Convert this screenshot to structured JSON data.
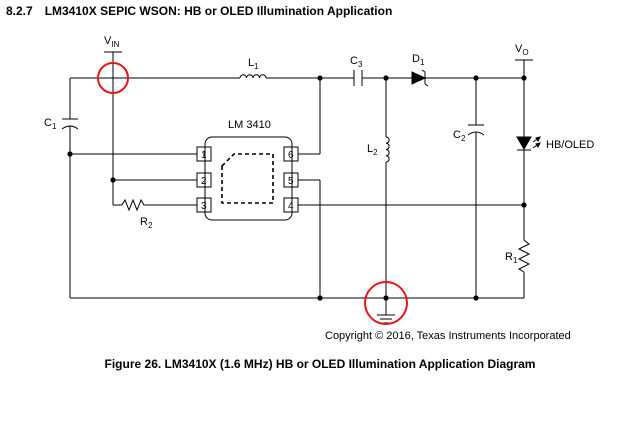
{
  "section": {
    "number": "8.2.7",
    "title": "LM3410X SEPIC WSON: HB or OLED Illumination Application"
  },
  "chip": {
    "label": "LM 3410",
    "pins": [
      {
        "id": "pin-1",
        "label": "1"
      },
      {
        "id": "pin-2",
        "label": "2"
      },
      {
        "id": "pin-3",
        "label": "3"
      },
      {
        "id": "pin-6",
        "label": "6"
      },
      {
        "id": "pin-5",
        "label": "5"
      },
      {
        "id": "pin-4",
        "label": "4"
      }
    ]
  },
  "components": {
    "vin": {
      "main": "V",
      "sub": "IN"
    },
    "vo": {
      "main": "V",
      "sub": "O"
    },
    "l1": {
      "main": "L",
      "sub": "1"
    },
    "l2": {
      "main": "L",
      "sub": "2"
    },
    "c1": {
      "main": "C",
      "sub": "1"
    },
    "c2": {
      "main": "C",
      "sub": "2"
    },
    "c3": {
      "main": "C",
      "sub": "3"
    },
    "d1": {
      "main": "D",
      "sub": "1"
    },
    "r1": {
      "main": "R",
      "sub": "1"
    },
    "r2": {
      "main": "R",
      "sub": "2"
    },
    "led": "HB/OLED"
  },
  "highlights": {
    "color": "#e8141c",
    "items": [
      "vin-node",
      "ground-node"
    ]
  },
  "copyright": "Copyright © 2016, Texas Instruments Incorporated",
  "caption": "Figure 26.  LM3410X (1.6 MHz) HB or OLED Illumination Application Diagram"
}
